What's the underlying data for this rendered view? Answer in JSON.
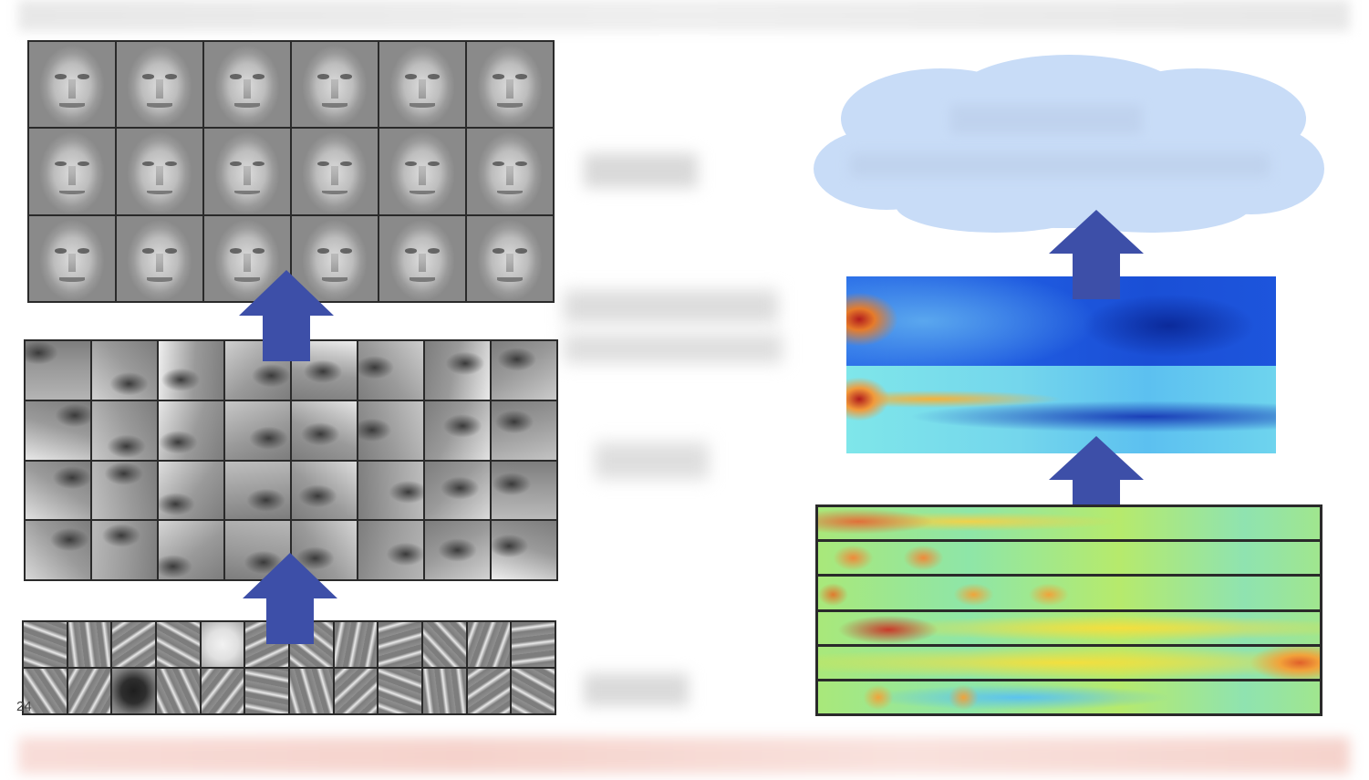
{
  "colors": {
    "arrow": "#3d4fa8",
    "cloud": "#c8dcf7",
    "grid_border": "#2a2a2a",
    "spectrum_blue": "#1a4fd6",
    "spectrum_red": "#c81e1e",
    "spectrum_yellow": "#f2e23a",
    "spectrum_cyan": "#6fe0e8"
  },
  "left_panel": {
    "faces_grid": {
      "rows": 3,
      "cols": 6
    },
    "parts_grid": {
      "rows": 4,
      "cols": 8
    },
    "edges_grid": {
      "rows": 2,
      "cols": 12
    },
    "slide_number": "24"
  },
  "right_panel": {
    "spectrogram_rows": 6
  },
  "icons": [
    "up-arrow-icon",
    "cloud-shape"
  ]
}
